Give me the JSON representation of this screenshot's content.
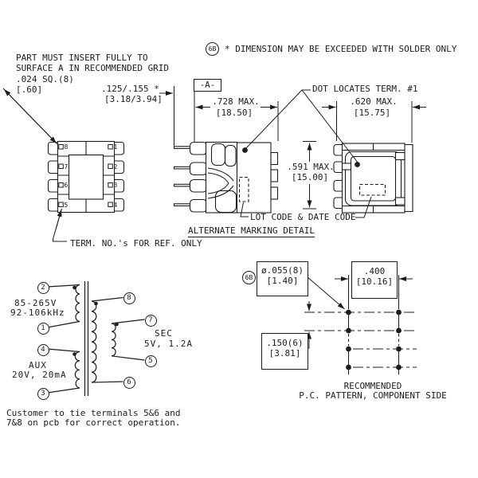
{
  "drawing": {
    "flag": "6B",
    "datum": "-A-",
    "notes": {
      "insert1": "PART MUST INSERT FULLY TO",
      "insert2": "SURFACE A IN RECOMMENDED GRID",
      "term_size": ".024 SQ.(8)",
      "term_size_mm": "[.60]",
      "solder": "* DIMENSION MAY BE EXCEEDED WITH SOLDER ONLY",
      "dot_locates": "DOT LOCATES TERM. #1",
      "lot_code": "LOT CODE & DATE CODE",
      "alt_marking": "ALTERNATE MARKING DETAIL",
      "term_ref": "TERM. NO.'s FOR REF. ONLY",
      "customer1": "Customer to tie terminals 5&6 and",
      "customer2": "7&8 on pcb for correct operation."
    },
    "dims": {
      "pin_len": ".125/.155 *",
      "pin_len_mm": "[3.18/3.94]",
      "w728": ".728 MAX.",
      "w728mm": "[18.50]",
      "w620": ".620 MAX.",
      "w620mm": "[15.75]",
      "h591": ".591 MAX.",
      "h591mm": "[15.00]"
    },
    "bottom_view": {
      "left_terms": [
        "8",
        "7",
        "6",
        "5"
      ],
      "right_terms": [
        "1",
        "2",
        "3",
        "4"
      ]
    },
    "schematic": {
      "pins": {
        "p2": "2",
        "p1": "1",
        "p4": "4",
        "p3": "3",
        "p8": "8",
        "p7": "7",
        "p5": "5",
        "p6": "6"
      },
      "primary1": "85-265V",
      "primary2": "92-106kHz",
      "aux1": "AUX",
      "aux2": "20V, 20mA",
      "sec1": "SEC",
      "sec2": "5V, 1.2A"
    },
    "pcb": {
      "hole": "ø.055(8)",
      "hole_mm": "[1.40]",
      "pitch_x": ".400",
      "pitch_x_mm": "[10.16]",
      "pitch_y": ".150(6)",
      "pitch_y_mm": "[3.81]",
      "cap1": "RECOMMENDED",
      "cap2": "P.C. PATTERN, COMPONENT SIDE"
    }
  }
}
